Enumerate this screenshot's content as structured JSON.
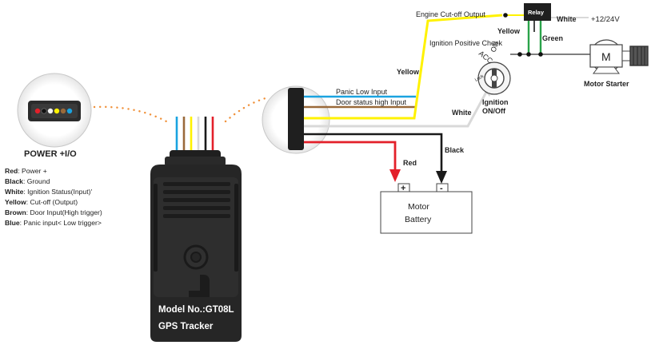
{
  "power_io": {
    "title": "POWER +I/O",
    "legend": [
      {
        "color_name": "Red",
        "desc": ": Power +"
      },
      {
        "color_name": "Black",
        "desc": ": Ground"
      },
      {
        "color_name": "White",
        "desc": ": Ignition Status(Input)'"
      },
      {
        "color_name": "Yellow",
        "desc": ": Cut-off (Output)"
      },
      {
        "color_name": "Brown",
        "desc": ": Door Input(High trigger)"
      },
      {
        "color_name": "Blue",
        "desc": ": Panic input< Low trigger>"
      }
    ]
  },
  "device": {
    "model": "Model No.:GT08L",
    "type": "GPS Tracker"
  },
  "inputs": {
    "panic": "Panic Low Input",
    "door": "Door status high Input"
  },
  "output": {
    "engine_cutoff": "Engine Cut-off Output",
    "ignition_check": "Ignition Positive Check"
  },
  "wires": {
    "yellow": "Yellow",
    "yellow_relay": "Yellow",
    "white_main": "White",
    "white_relay": "White",
    "green": "Green",
    "red": "Red",
    "black": "Black"
  },
  "relay": {
    "label": "Relay",
    "supply": "+12/24V"
  },
  "ignition": {
    "title": "Ignition",
    "status": "ON/Off",
    "key_labels": [
      "ACC",
      "ON",
      "Lock"
    ]
  },
  "motor": {
    "letter": "M",
    "label": "Motor Starter"
  },
  "battery": {
    "name": "Motor",
    "sub": "Battery",
    "plus": "+",
    "minus": "-"
  },
  "colors": {
    "red": "#e3202a",
    "black": "#1a1a1a",
    "white_wire": "#d9d9d9",
    "yellow": "#fff200",
    "brown": "#9a6a3a",
    "blue": "#1aa3e0",
    "green": "#2aa34a",
    "orange_dots": "#f0913a"
  }
}
